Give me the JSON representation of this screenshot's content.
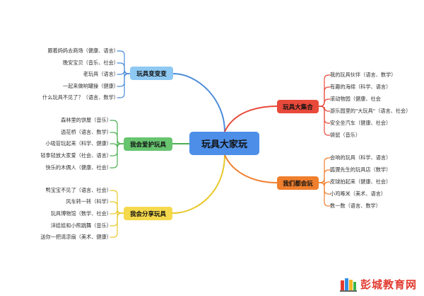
{
  "center": "玩具大家玩",
  "branches": {
    "blue": {
      "title": "玩具变变变",
      "color": "#4b8cd9",
      "items": [
        "跟着妈妈去商场（健康、语言）",
        "晚安宝贝（音乐、社会）",
        "老玩具（语言）",
        "一起来做响罐操（健康）",
        "什么玩具不见了？（语言、数学）"
      ]
    },
    "green": {
      "title": "我会爱护玩具",
      "color": "#4caf50",
      "items": [
        "森林里的饼屋（音乐）",
        "逍花桥（语言、数学）",
        "小吸管玩起来（科学、健康）",
        "轻拿轻放大家爱（社会、语言）",
        "快乐的木偶人（健康、社会）"
      ]
    },
    "yellow": {
      "title": "我会分享玩具",
      "color": "#e9c82a",
      "items": [
        "鸭宝宝不见了（语言、社会）",
        "风车转一转（科学）",
        "玩具博物馆（数学、社会）",
        "洋娃娃和小熊跳舞（音乐）",
        "送你一把清凉扇（美术、健康）"
      ]
    },
    "red": {
      "title": "玩具大集合",
      "color": "#e8493a",
      "items": [
        "我的玩具伙伴（语言、数学）",
        "有趣的海绵（科学、语言）",
        "滚动物园（健康、社会",
        "游乐园里的\"大玩具\"（语言、社会）",
        "安全坐汽车（健康、社会）",
        "袋鼠（音乐）"
      ]
    },
    "orange": {
      "title": "我们都会玩",
      "color": "#f07f2d",
      "items": [
        "会响的玩具（科学、语言）",
        "狐狸先生的玩具店（数学）",
        "皮球拍起来（健康、社会）",
        "小鸡啄米（美术、语言）",
        "数一数（语言、数学）"
      ]
    }
  },
  "center_color": "#4d8fe8",
  "watermark": {
    "text": "彭城教育网",
    "color": "#e23b2f",
    "icon": "books-icon"
  }
}
